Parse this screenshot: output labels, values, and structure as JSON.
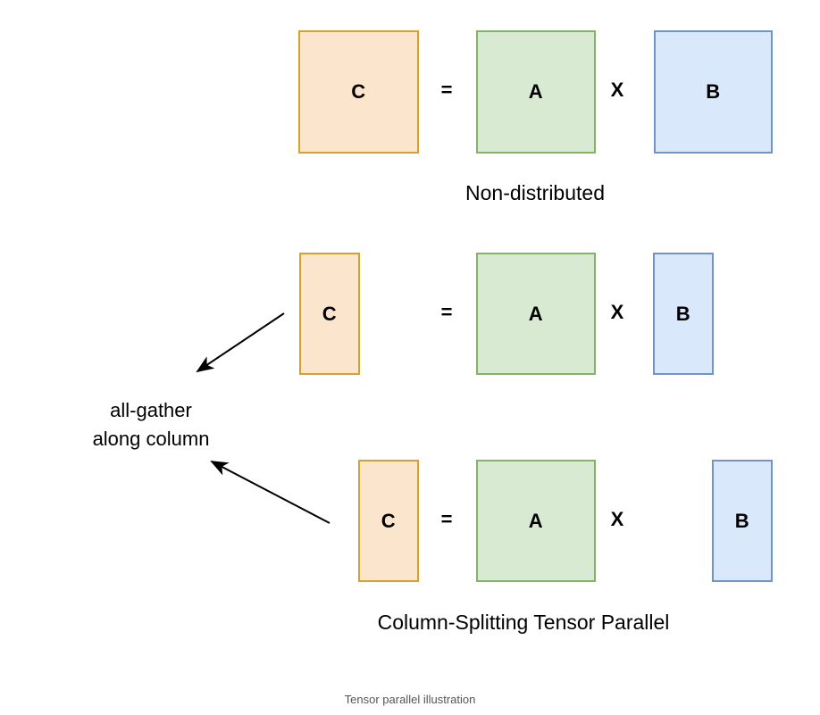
{
  "figure": {
    "caption": "Tensor parallel illustration",
    "colors": {
      "matrix_c_fill": "#fce5cd",
      "matrix_c_border": "#d6a22b",
      "matrix_a_fill": "#d9ead3",
      "matrix_a_border": "#82b366",
      "matrix_b_fill": "#dae8fc",
      "matrix_b_border": "#7193c6",
      "arrow": "#000000",
      "text": "#000000"
    }
  },
  "rows": [
    {
      "caption": "Non-distributed",
      "equals": "=",
      "times": "X",
      "matrix_c": "C",
      "matrix_a": "A",
      "matrix_b": "B"
    },
    {
      "caption": "",
      "equals": "=",
      "times": "X",
      "matrix_c": "C",
      "matrix_a": "A",
      "matrix_b": "B"
    },
    {
      "caption": "Column-Splitting Tensor Parallel",
      "equals": "=",
      "times": "X",
      "matrix_c": "C",
      "matrix_a": "A",
      "matrix_b": "B"
    }
  ],
  "annotation": {
    "line1": "all-gather",
    "line2": "along column",
    "full": "all-gather\nalong column"
  }
}
